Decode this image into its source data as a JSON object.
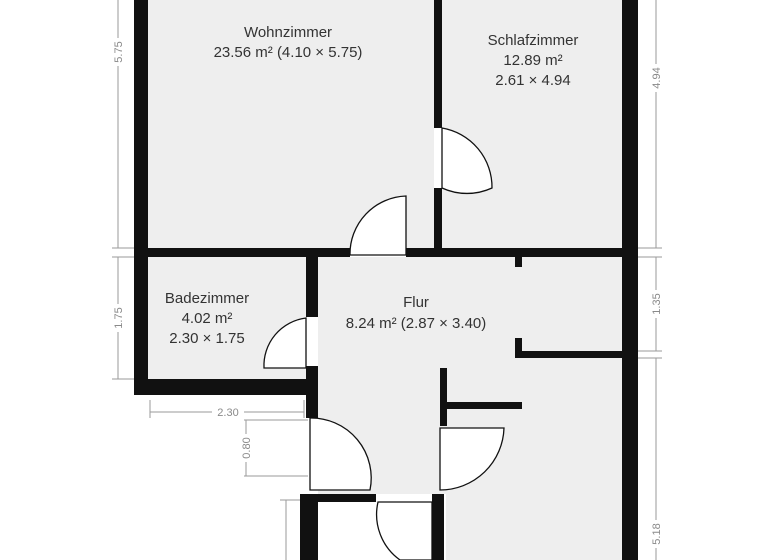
{
  "rooms": {
    "wohnzimmer": {
      "name": "Wohnzimmer",
      "area": "23.56 m² (4.10 × 5.75)"
    },
    "schlafzimmer": {
      "name": "Schlafzimmer",
      "area": "12.89 m²",
      "size": "2.61 × 4.94"
    },
    "flur": {
      "name": "Flur",
      "area": "8.24 m² (2.87 × 3.40)"
    },
    "badezimmer": {
      "name": "Badezimmer",
      "area": "4.02 m²",
      "size": "2.30 × 1.75"
    }
  },
  "dimensions": {
    "left_top": "5.75",
    "left_mid": "1.75",
    "bath_width": "2.30",
    "entry_width": "0.80",
    "right_top": "4.94",
    "right_mid": "1.35",
    "right_bottom": "5.18"
  },
  "colors": {
    "wall": "#111111",
    "floor": "#eeeeee",
    "dimension": "#9a9a9a"
  }
}
